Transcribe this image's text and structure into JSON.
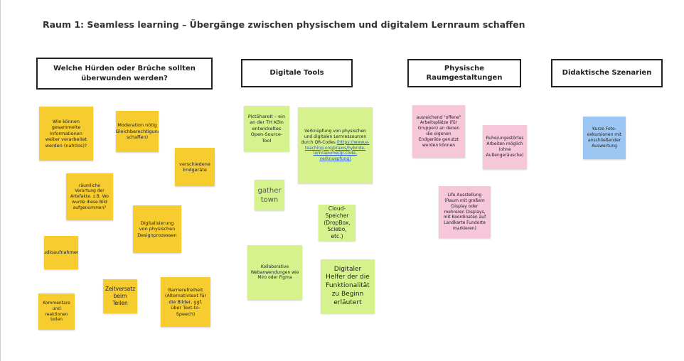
{
  "board": {
    "title": "Raum 1: Seamless learning – Übergänge zwischen physischem und digitalem Lernraum schaffen"
  },
  "headers": {
    "huerden": "Welche Hürden oder Brüche sollten überwunden werden?",
    "tools": "Digitale Tools",
    "raum": "Physische Raumgestaltungen",
    "didaktik": "Didaktische Szenarien"
  },
  "notes": {
    "yellow": [
      "Wie können gesammelte Informationen weiter verarbeitet werden (nahtlos)?",
      "Moderation nötig (Gleichberechtigung schaffen)",
      "verschiedene Endgeräte",
      "räumliche Verortung der Artefakte. z.B. Wo wurde diese Bild aufgenommen?",
      "Digitalisierung von physischen Designprozessen",
      "Audioaufnahmen?",
      "Zeitversatz beim Teilen",
      "Barrierefreiheit (Alternativtext für die Bilder, ggf. über Text-to-Speech)",
      "Kommentare und reaktionen teilen"
    ],
    "green": [
      "PictShareIt – ein an der TH Köln entwickeltes Open-Source-Tool",
      "gather town",
      "Cloud-Speicher (DropBox, Sciebo, etc.)",
      "Kollaborative Webanwendungen wie Miro oder Figma",
      "Digitaler Helfer der die Funktionalität zu Beginn erläutert"
    ],
    "green_link": {
      "text": "Verknüpfung von physischen und digitalen Lernressourcen durch QR-Codes",
      "url": "(https://www.e-teaching.org/praxis/hybride-lernraeume/qr-code-verknuepfung)"
    },
    "pink": [
      "ausreichend \"offene\" Arbeitsplätze (für Gruppen) an denen die eigenen Endgeräte genutzt werden können",
      "Ruhe/ungestörtes Arbeiten möglich (ohne Außengeräusche)",
      "Life Ausstellung (Raum mit großem Display oder mehreren Displays, mit Koordinaten auf Landkarte Fundorte markieren)"
    ],
    "blue": [
      "Kurze Foto-exkursionen mit anschließender Auswertung"
    ]
  },
  "colors": {
    "yellow": "#f7cc2e",
    "green": "#d6f28d",
    "pink": "#f6c6d9",
    "blue": "#9dc7f2"
  }
}
